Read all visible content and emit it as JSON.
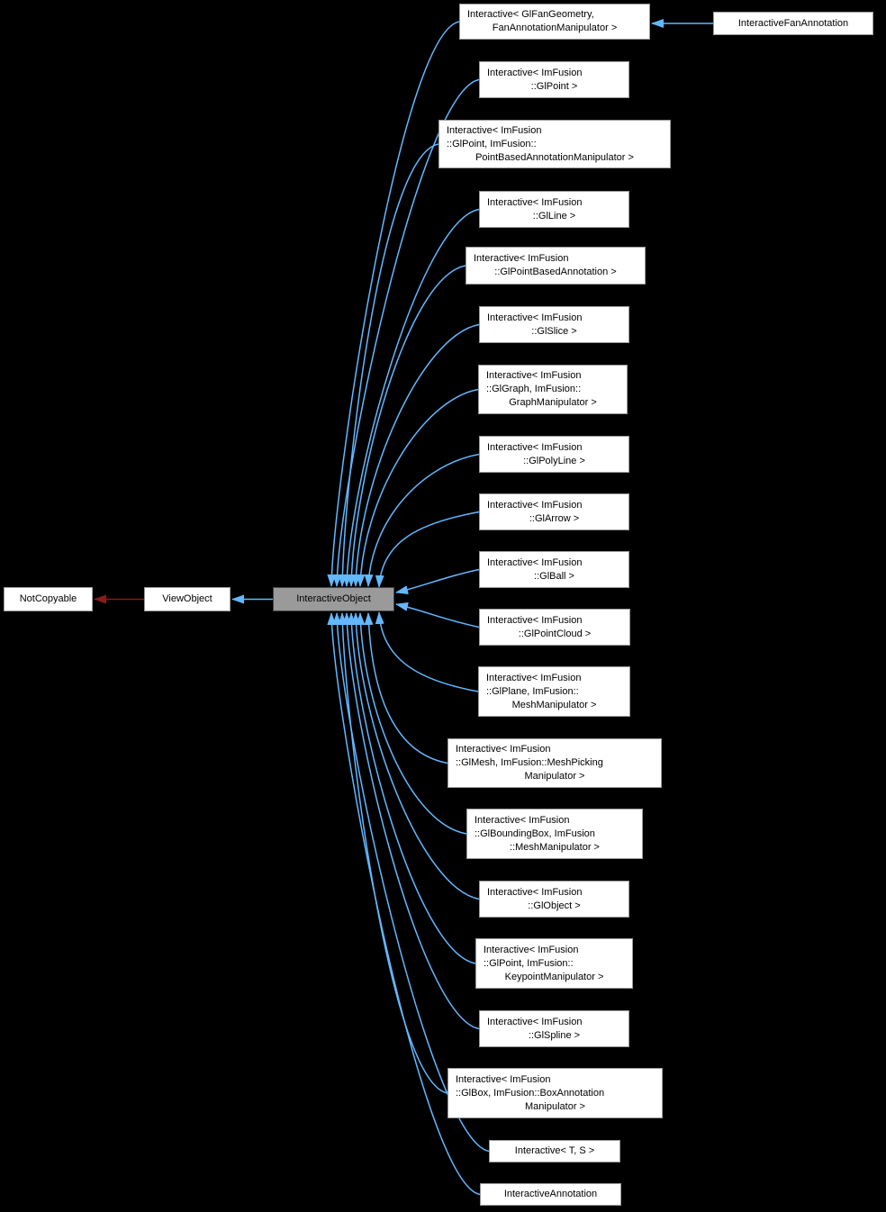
{
  "diagram": {
    "type": "class-inheritance-graph",
    "background": "#000000",
    "colors": {
      "edge_blue": "#63b8ff",
      "edge_red": "#8b1a1a",
      "node_fill": "#ffffff",
      "node_border": "#9a9a9a",
      "node_text": "#000000",
      "highlight_fill": "#9a9a9a",
      "highlight_border": "#454545"
    },
    "nodes": [
      {
        "id": "fan-geometry",
        "lines": [
          "Interactive< GlFanGeometry,",
          "FanAnnotationManipulator >"
        ],
        "highlight": false
      },
      {
        "id": "fan-annotation",
        "lines": [
          "InteractiveFanAnnotation"
        ],
        "highlight": false
      },
      {
        "id": "glpoint",
        "lines": [
          "Interactive< ImFusion",
          "::GlPoint >"
        ],
        "highlight": false
      },
      {
        "id": "glpoint-pba",
        "lines": [
          "Interactive< ImFusion",
          "::GlPoint, ImFusion::",
          "PointBasedAnnotationManipulator >"
        ],
        "highlight": false
      },
      {
        "id": "glline",
        "lines": [
          "Interactive< ImFusion",
          "::GlLine >"
        ],
        "highlight": false
      },
      {
        "id": "glpba",
        "lines": [
          "Interactive< ImFusion",
          "::GlPointBasedAnnotation >"
        ],
        "highlight": false
      },
      {
        "id": "glslice",
        "lines": [
          "Interactive< ImFusion",
          "::GlSlice >"
        ],
        "highlight": false
      },
      {
        "id": "glgraph",
        "lines": [
          "Interactive< ImFusion",
          "::GlGraph, ImFusion::",
          "GraphManipulator >"
        ],
        "highlight": false
      },
      {
        "id": "glpolyline",
        "lines": [
          "Interactive< ImFusion",
          "::GlPolyLine >"
        ],
        "highlight": false
      },
      {
        "id": "glarrow",
        "lines": [
          "Interactive< ImFusion",
          "::GlArrow >"
        ],
        "highlight": false
      },
      {
        "id": "glball",
        "lines": [
          "Interactive< ImFusion",
          "::GlBall >"
        ],
        "highlight": false
      },
      {
        "id": "glpointcloud",
        "lines": [
          "Interactive< ImFusion",
          "::GlPointCloud >"
        ],
        "highlight": false
      },
      {
        "id": "glplane",
        "lines": [
          "Interactive< ImFusion",
          "::GlPlane, ImFusion::",
          "MeshManipulator >"
        ],
        "highlight": false
      },
      {
        "id": "glmesh",
        "lines": [
          "Interactive< ImFusion",
          "::GlMesh, ImFusion::MeshPicking",
          "Manipulator >"
        ],
        "highlight": false
      },
      {
        "id": "glbbox",
        "lines": [
          "Interactive< ImFusion",
          "::GlBoundingBox, ImFusion",
          "::MeshManipulator >"
        ],
        "highlight": false
      },
      {
        "id": "globject",
        "lines": [
          "Interactive< ImFusion",
          "::GlObject >"
        ],
        "highlight": false
      },
      {
        "id": "glpoint-kp",
        "lines": [
          "Interactive< ImFusion",
          "::GlPoint, ImFusion::",
          "KeypointManipulator >"
        ],
        "highlight": false
      },
      {
        "id": "glspline",
        "lines": [
          "Interactive< ImFusion",
          "::GlSpline >"
        ],
        "highlight": false
      },
      {
        "id": "glbox",
        "lines": [
          "Interactive< ImFusion",
          "::GlBox, ImFusion::BoxAnnotation",
          "Manipulator >"
        ],
        "highlight": false
      },
      {
        "id": "t-s",
        "lines": [
          "Interactive< T, S >"
        ],
        "highlight": false
      },
      {
        "id": "annotation",
        "lines": [
          "InteractiveAnnotation"
        ],
        "highlight": false
      },
      {
        "id": "notcopyable",
        "lines": [
          "NotCopyable"
        ],
        "highlight": false
      },
      {
        "id": "viewobject",
        "lines": [
          "ViewObject"
        ],
        "highlight": false
      },
      {
        "id": "interactiveobject",
        "lines": [
          "InteractiveObject"
        ],
        "highlight": true
      }
    ],
    "edges": [
      {
        "from": "fan-annotation",
        "to": "fan-geometry",
        "color": "blue"
      },
      {
        "from": "interactiveobject",
        "to": "viewobject",
        "color": "blue"
      },
      {
        "from": "viewobject",
        "to": "notcopyable",
        "color": "red"
      },
      {
        "from": "fan-geometry",
        "to": "interactiveobject",
        "color": "blue"
      },
      {
        "from": "glpoint",
        "to": "interactiveobject",
        "color": "blue"
      },
      {
        "from": "glpoint-pba",
        "to": "interactiveobject",
        "color": "blue"
      },
      {
        "from": "glline",
        "to": "interactiveobject",
        "color": "blue"
      },
      {
        "from": "glpba",
        "to": "interactiveobject",
        "color": "blue"
      },
      {
        "from": "glslice",
        "to": "interactiveobject",
        "color": "blue"
      },
      {
        "from": "glgraph",
        "to": "interactiveobject",
        "color": "blue"
      },
      {
        "from": "glpolyline",
        "to": "interactiveobject",
        "color": "blue"
      },
      {
        "from": "glarrow",
        "to": "interactiveobject",
        "color": "blue"
      },
      {
        "from": "glball",
        "to": "interactiveobject",
        "color": "blue"
      },
      {
        "from": "glpointcloud",
        "to": "interactiveobject",
        "color": "blue"
      },
      {
        "from": "glplane",
        "to": "interactiveobject",
        "color": "blue"
      },
      {
        "from": "glmesh",
        "to": "interactiveobject",
        "color": "blue"
      },
      {
        "from": "glbbox",
        "to": "interactiveobject",
        "color": "blue"
      },
      {
        "from": "globject",
        "to": "interactiveobject",
        "color": "blue"
      },
      {
        "from": "glpoint-kp",
        "to": "interactiveobject",
        "color": "blue"
      },
      {
        "from": "glspline",
        "to": "interactiveobject",
        "color": "blue"
      },
      {
        "from": "glbox",
        "to": "interactiveobject",
        "color": "blue"
      },
      {
        "from": "t-s",
        "to": "interactiveobject",
        "color": "blue"
      },
      {
        "from": "annotation",
        "to": "interactiveobject",
        "color": "blue"
      }
    ]
  }
}
